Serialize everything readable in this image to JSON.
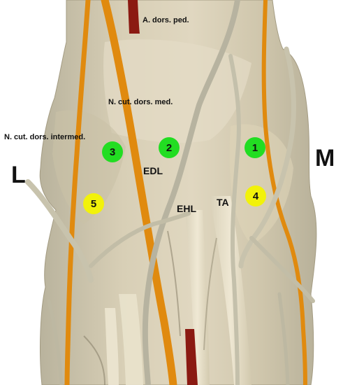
{
  "labels": {
    "artery": "A. dors. ped.",
    "n_med": "N. cut. dors. med.",
    "n_intermed": "N. cut. dors. intermed.",
    "edl": "EDL",
    "ehl": "EHL",
    "ta": "TA",
    "lateral": "L",
    "medial": "M"
  },
  "markers": [
    {
      "label": "1",
      "color": "green"
    },
    {
      "label": "2",
      "color": "green"
    },
    {
      "label": "3",
      "color": "green"
    },
    {
      "label": "4",
      "color": "yellow"
    },
    {
      "label": "5",
      "color": "yellow"
    }
  ],
  "colors": {
    "background": "#ffffff",
    "tissue": "#d9cfb4",
    "nerve_highlight": "#e08a0f",
    "artery": "#8b1a12",
    "marker_green": "#22dd22",
    "marker_yellow": "#f2f20a"
  }
}
